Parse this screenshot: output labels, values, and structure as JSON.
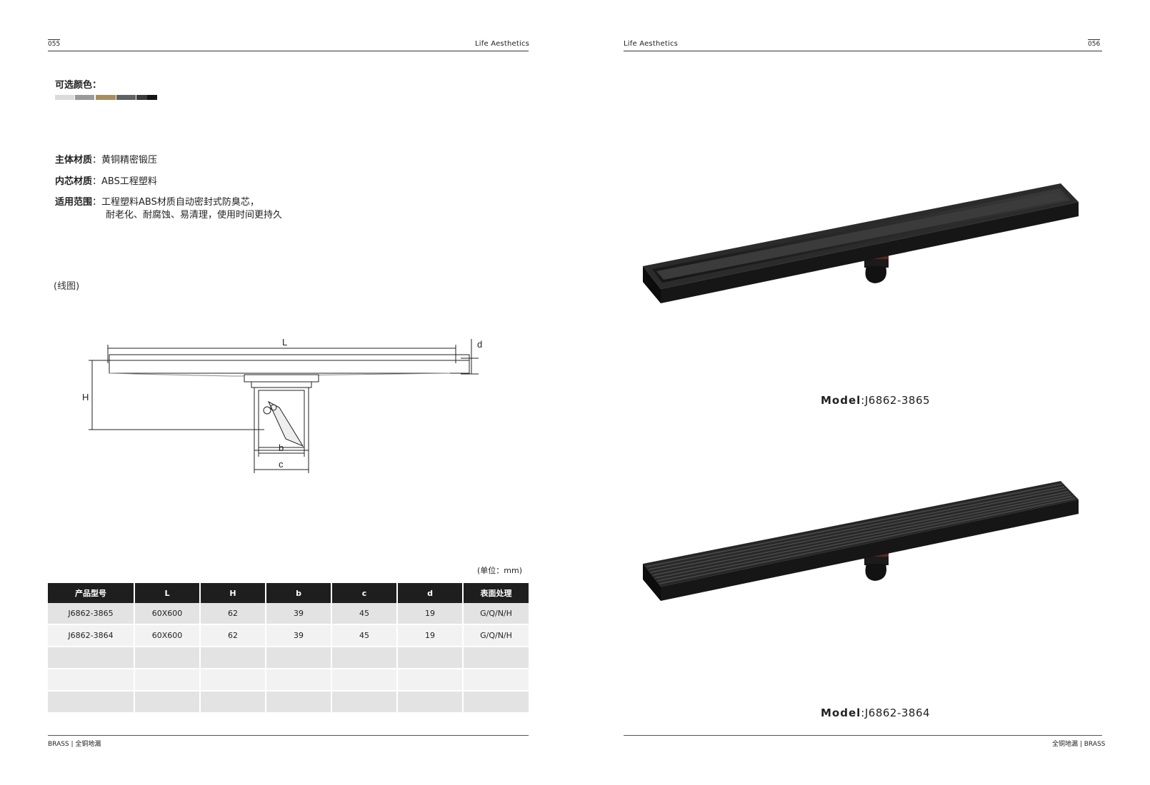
{
  "left_page": {
    "page_number": "055",
    "header_title": "Life Aesthetics",
    "colors_label": "可选颜色：",
    "swatches": [
      "#d9dbdd",
      "#9a9a9a",
      "#a98c5e",
      "#5f6163",
      "#3a3b3d",
      "#151515"
    ],
    "specs": {
      "main_material_label": "主体材质",
      "main_material_value": "：黄铜精密锻压",
      "core_material_label": "内芯材质",
      "core_material_value": "：ABS工程塑料",
      "scope_label": "适用范围",
      "scope_value_line1": "：工程塑料ABS材质自动密封式防臭芯，",
      "scope_value_line2": "耐老化、耐腐蚀、易清理，使用时间更持久"
    },
    "line_drawing_label": "(线图)",
    "dimension_labels": {
      "L": "L",
      "d": "d",
      "H": "H",
      "b": "b",
      "c": "c"
    },
    "unit_note": "(单位：mm)",
    "table": {
      "headers": [
        "产品型号",
        "L",
        "H",
        "b",
        "c",
        "d",
        "表面处理"
      ],
      "rows": [
        [
          "J6862-3865",
          "60X600",
          "62",
          "39",
          "45",
          "19",
          "G/Q/N/H"
        ],
        [
          "J6862-3864",
          "60X600",
          "62",
          "39",
          "45",
          "19",
          "G/Q/N/H"
        ],
        [
          "",
          "",
          "",
          "",
          "",
          "",
          ""
        ],
        [
          "",
          "",
          "",
          "",
          "",
          "",
          ""
        ],
        [
          "",
          "",
          "",
          "",
          "",
          "",
          ""
        ]
      ]
    },
    "footer": "BRASS | 全铜地漏"
  },
  "right_page": {
    "page_number": "056",
    "header_title": "Life Aesthetics",
    "products": [
      {
        "model_label": "Model",
        "model_value": ":J6862-3865",
        "grate": "solid"
      },
      {
        "model_label": "Model",
        "model_value": ":J6862-3864",
        "grate": "slotted"
      }
    ],
    "footer": "全铜地漏 | BRASS"
  }
}
